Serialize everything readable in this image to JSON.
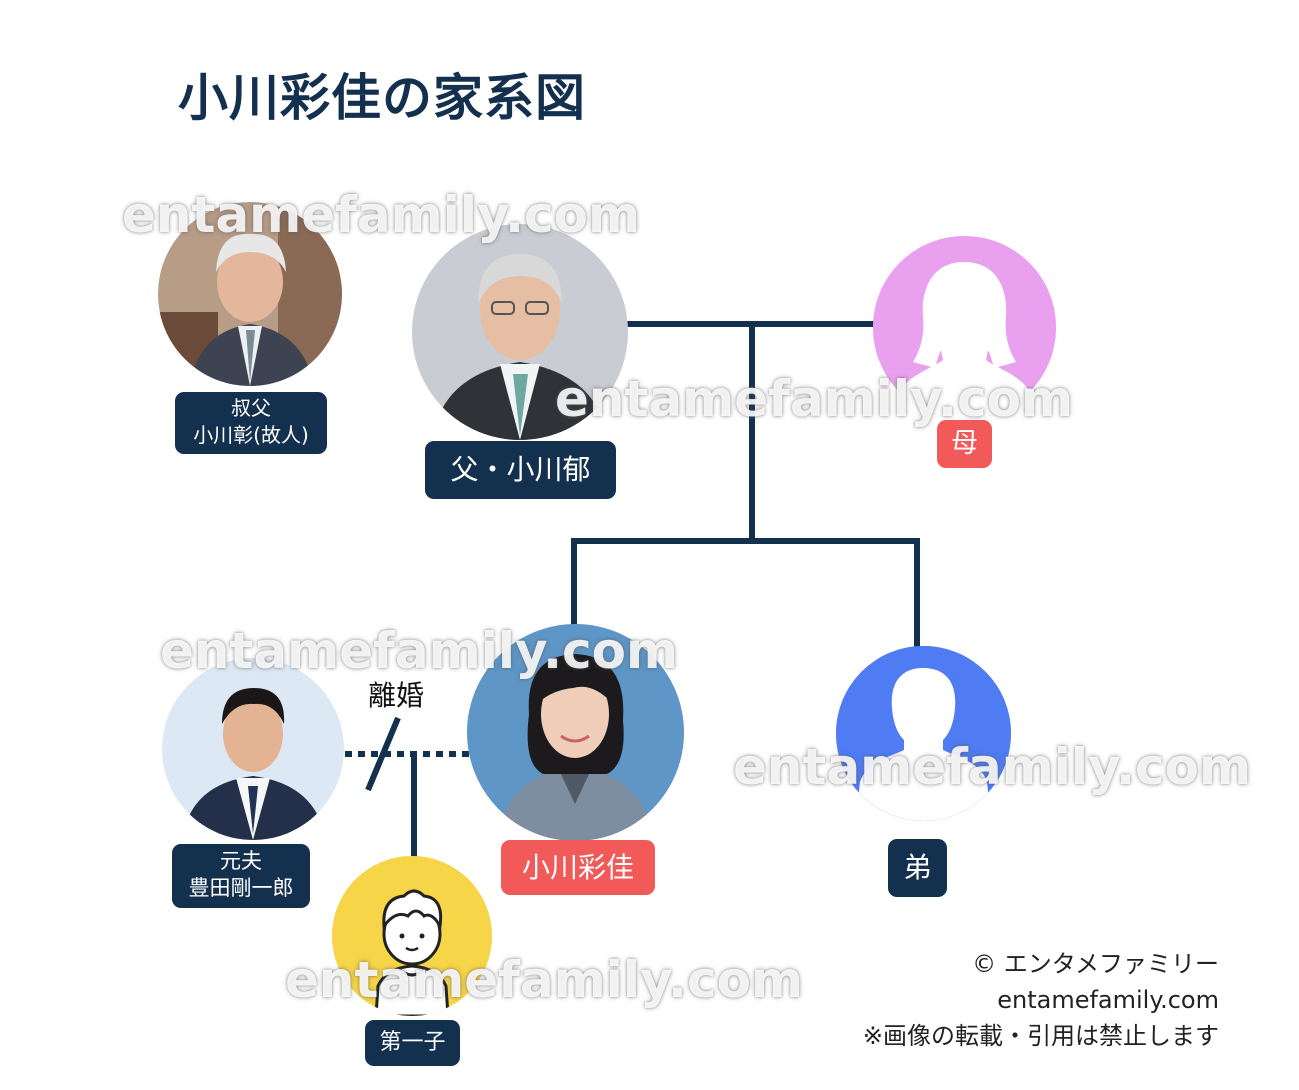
{
  "title": "小川彩佳の家系図",
  "watermark": "entamefamily.com",
  "people": {
    "uncle": {
      "relation": "叔父",
      "name": "小川彰(故人)"
    },
    "father": {
      "label": "父・小川郁"
    },
    "mother": {
      "label": "母"
    },
    "self": {
      "label": "小川彩佳"
    },
    "brother": {
      "label": "弟"
    },
    "ex_husband": {
      "relation": "元夫",
      "name": "豊田剛一郎"
    },
    "child": {
      "label": "第一子"
    }
  },
  "relations": {
    "divorce": "離婚"
  },
  "copyright": {
    "line1": "© エンタメファミリー",
    "line2": "entamefamily.com",
    "line3": "※画像の転載・引用は禁止します"
  },
  "colors": {
    "navy": "#14304f",
    "red_label": "#f25a5a",
    "mother_avatar": "#e9a1ef",
    "brother_avatar": "#4f7cf3",
    "child_avatar": "#f7d548"
  }
}
